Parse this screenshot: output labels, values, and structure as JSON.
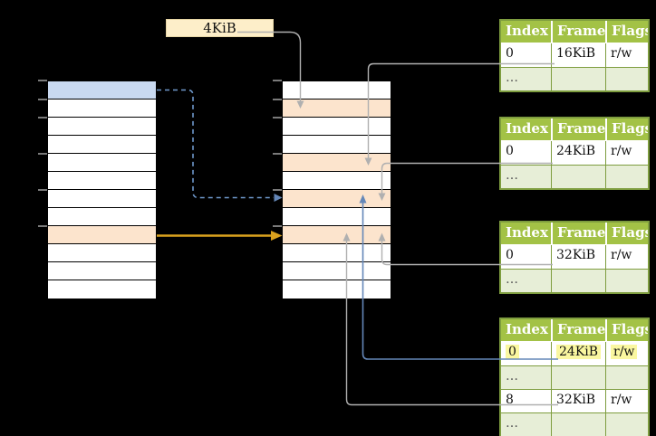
{
  "label": {
    "text": "4KiB"
  },
  "memory": {
    "left_column": {
      "row_count": 12,
      "highlighted_rows": [
        {
          "index": 0,
          "color": "blue"
        },
        {
          "index": 8,
          "color": "orange"
        }
      ]
    },
    "right_column": {
      "row_count": 12,
      "highlighted_rows": [
        {
          "index": 1,
          "color": "orange"
        },
        {
          "index": 4,
          "color": "orange"
        },
        {
          "index": 6,
          "color": "orange"
        },
        {
          "index": 8,
          "color": "orange"
        }
      ]
    }
  },
  "tables": [
    {
      "headers": [
        "Index",
        "Frame",
        "Flags"
      ],
      "rows": [
        {
          "variant": "data",
          "cells": [
            "0",
            "16KiB",
            "r/w"
          ]
        },
        {
          "variant": "dots",
          "cells": [
            "…",
            "",
            ""
          ]
        }
      ]
    },
    {
      "headers": [
        "Index",
        "Frame",
        "Flags"
      ],
      "rows": [
        {
          "variant": "data",
          "cells": [
            "0",
            "24KiB",
            "r/w"
          ]
        },
        {
          "variant": "dots",
          "cells": [
            "…",
            "",
            ""
          ]
        }
      ]
    },
    {
      "headers": [
        "Index",
        "Frame",
        "Flags"
      ],
      "rows": [
        {
          "variant": "data",
          "cells": [
            "0",
            "32KiB",
            "r/w"
          ]
        },
        {
          "variant": "dots",
          "cells": [
            "…",
            "",
            ""
          ]
        }
      ]
    },
    {
      "headers": [
        "Index",
        "Frame",
        "Flags"
      ],
      "rows": [
        {
          "variant": "data-highlighted",
          "cells": [
            "0",
            "24KiB",
            "r/w"
          ]
        },
        {
          "variant": "dots",
          "cells": [
            "…",
            "",
            ""
          ]
        },
        {
          "variant": "data",
          "cells": [
            "8",
            "32KiB",
            "r/w"
          ]
        },
        {
          "variant": "dots",
          "cells": [
            "…",
            "",
            ""
          ]
        }
      ]
    }
  ],
  "connectors": [
    {
      "id": "label-to-frame",
      "from": "4KiB label",
      "to": "right column row 1",
      "style": "gray solid, arrow down"
    },
    {
      "id": "table1-to-frame",
      "from": "table 1 frame 16KiB",
      "to": "right column row 4",
      "style": "gray solid, arrow down"
    },
    {
      "id": "table2-to-frame",
      "from": "table 2 frame 24KiB",
      "to": "right column row 6",
      "style": "gray solid, arrow down"
    },
    {
      "id": "table3-to-frame",
      "from": "table 3 frame 32KiB",
      "to": "right column row 8",
      "style": "gray solid, arrow up"
    },
    {
      "id": "table4-row0-to-frame",
      "from": "table 4 frame 24KiB",
      "to": "right column row 6",
      "style": "blue solid, arrow up"
    },
    {
      "id": "table4-row8-to-frame",
      "from": "table 4 frame 32KiB",
      "to": "right column row 8",
      "style": "gray solid, arrow up"
    },
    {
      "id": "left-row0-to-right",
      "from": "left column row 0",
      "to": "right column row 6",
      "style": "blue dashed, arrow right"
    },
    {
      "id": "left-row8-to-right",
      "from": "left column row 8",
      "to": "right column row 8",
      "style": "orange solid, arrow right"
    }
  ],
  "colors": {
    "background": "#000000",
    "cell_blue": "#c9d9f0",
    "cell_orange": "#fce4cd",
    "label_bg": "#fdeec9",
    "table_header_bg": "#a3c246",
    "table_border": "#7e9d3f",
    "table_dots_row_bg": "#e7eed7",
    "highlight_yellow": "#faf7a0",
    "arrow_gray": "#b0b0b0",
    "arrow_blue": "#6487b8",
    "arrow_blue_dashed": "#6f99cc",
    "arrow_orange": "#dba21e",
    "tick_gray": "#7a7a7a"
  }
}
